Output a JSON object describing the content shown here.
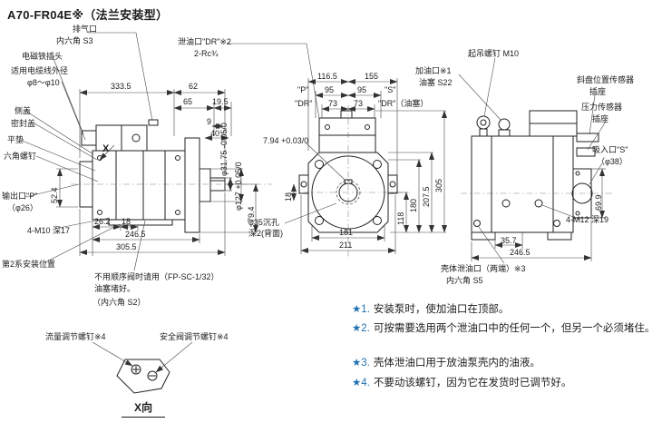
{
  "title": "A70-FR04E※（法兰安装型）",
  "colors": {
    "line": "#1c1c1c",
    "note_accent": "#2272b0"
  },
  "left_view": {
    "callouts": {
      "vent1": "排气口",
      "vent2": "内六角 S3",
      "solenoid": "电磁铁插头",
      "cable1": "适用电缆线外径",
      "cable2": "φ8～φ10",
      "side_cover": "侧盖",
      "seal_cover": "密封盖",
      "flat_washer": "平垫",
      "hex_screw": "六角螺钉",
      "outlet1": "输出口\"P\"",
      "outlet2": "（φ26）",
      "tap": "4-M10 深17",
      "mount2": "第2系安装位置",
      "seq1": "不用顺序阀时请用（FP-SC-1/32）",
      "seq2": "油塞堵好。",
      "seq3": "（内六角 S2）",
      "x_dir": "X"
    },
    "dims": {
      "overall": "333.5",
      "d62": "62",
      "d65": "65",
      "d19_5": "19.5",
      "d9": "9",
      "d40": "40",
      "shaft_dia": "φ31.75 -0.05/0",
      "pilot_dia": "φ127 +0.05/0",
      "d79_4": "79.4",
      "d52_4": "52.4",
      "d26_2": "26.2",
      "d18": "18",
      "d246_5": "246.5",
      "d305_5": "305.5"
    }
  },
  "middle_view": {
    "callouts": {
      "drain1": "泄油口\"DR\"※2",
      "drain2": "2-Rc¾",
      "port_p": "\"P\"",
      "port_s": "\"S\"",
      "dr_left": "\"DR\"",
      "dr_right": "\"DR\"（油塞）",
      "key": "7.94 +0.03/0",
      "cbore1": "φ35沉孔",
      "cbore2": "深2(背面)"
    },
    "dims": {
      "d116_5": "116.5",
      "d155": "155",
      "d95a": "95",
      "d95b": "95",
      "d73a": "73",
      "d73b": "73",
      "d18": "18",
      "d181": "181",
      "d211": "211",
      "d118": "118",
      "d180": "180",
      "d207_5": "207.5",
      "d305": "305"
    }
  },
  "right_view": {
    "callouts": {
      "lift": "起吊螺钉 M10",
      "fill1": "加油口※1",
      "fill2": "油塞 S22",
      "swash1": "斜盘位置传感器",
      "swash2": "插座",
      "press1": "压力传感器",
      "press2": "插座",
      "suction1": "吸入口\"S\"",
      "suction2": "（φ38）",
      "tap": "4-M12 深19",
      "case_drain1": "壳体泄油口（两端）※3",
      "case_drain2": "内六角 S5"
    },
    "dims": {
      "d69_9": "69.9",
      "d35_7": "35.7",
      "d246_5": "246.5"
    }
  },
  "x_detail": {
    "flow_screw": "流量调节螺钉※4",
    "relief_screw": "安全阀调节螺钉※4",
    "view_label": "X向"
  },
  "notes": [
    {
      "marker": "★1.",
      "text": "安装泵时，使加油口在顶部。"
    },
    {
      "marker": "★2.",
      "text": "可按需要选用两个泄油口中的任何一个，但另一个必须堵住。"
    },
    {
      "marker": "★3.",
      "text": "壳体泄油口用于放油泵壳内的油液。"
    },
    {
      "marker": "★4.",
      "text": "不要动该螺钉，因为它在发货时已调节好。"
    }
  ]
}
